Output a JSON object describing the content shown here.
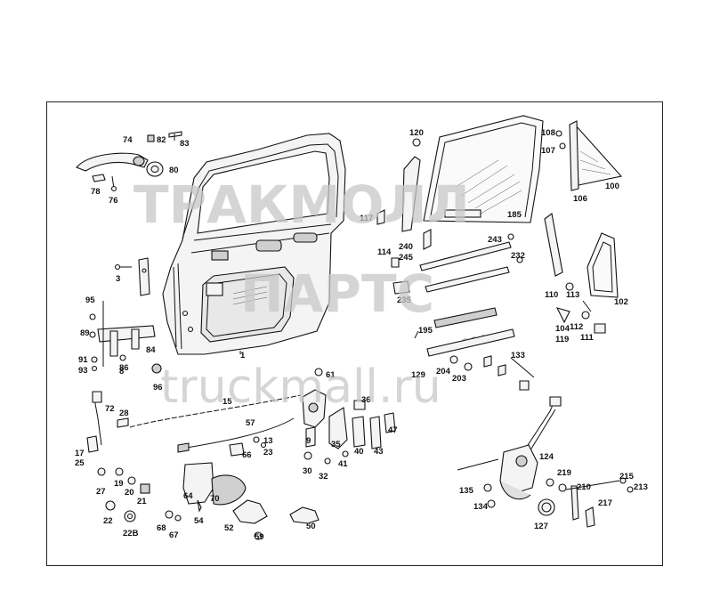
{
  "watermark": {
    "line1": "ТРАКМОЛЛ",
    "line2": "ПАРТС",
    "line3": "truckmall.ru"
  },
  "callouts": [
    "1",
    "3",
    "8",
    "9",
    "13",
    "15",
    "17",
    "19",
    "20",
    "21",
    "22",
    "22B",
    "23",
    "25",
    "27",
    "28",
    "30",
    "32",
    "35",
    "36",
    "40",
    "41",
    "43",
    "47",
    "50",
    "52",
    "54",
    "57",
    "59",
    "61",
    "64",
    "66",
    "67",
    "68",
    "70",
    "72",
    "74",
    "76",
    "78",
    "80",
    "82",
    "83",
    "84",
    "86",
    "89",
    "91",
    "93",
    "95",
    "96",
    "100",
    "102",
    "104",
    "106",
    "107",
    "108",
    "110",
    "111",
    "112",
    "113",
    "114",
    "117",
    "119",
    "120",
    "124",
    "127",
    "129",
    "133",
    "134",
    "135",
    "185",
    "195",
    "203",
    "204",
    "210",
    "213",
    "215",
    "217",
    "219",
    "232",
    "235",
    "240",
    "243",
    "245"
  ]
}
